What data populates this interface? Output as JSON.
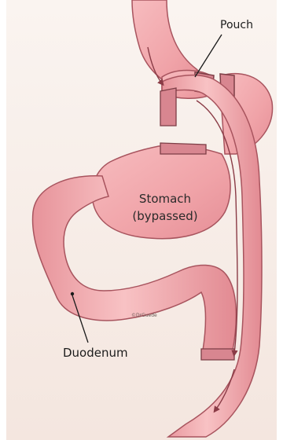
{
  "labels": {
    "pouch": "Pouch",
    "stomach_line1": "Stomach",
    "stomach_line2": "(bypassed)",
    "duodenum": "Duodenum"
  },
  "copyright": "©DrGuede",
  "colors": {
    "background": "#f7eee9",
    "organ_fill": "#f2a9ad",
    "organ_shade": "#e08b93",
    "organ_outline": "#a8545e",
    "staple": "#7d3e46",
    "leader_line": "#1a1a1a"
  }
}
